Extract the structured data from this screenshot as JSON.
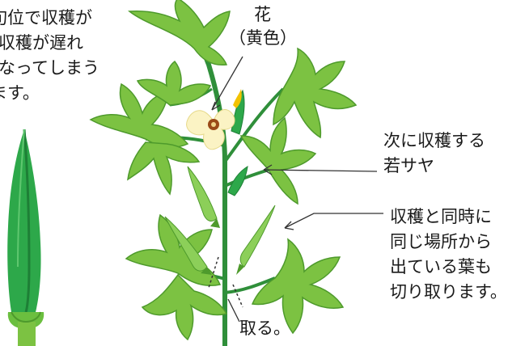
{
  "left_text": [
    "旬位で収穫が",
    "収穫が遅れ",
    "なってしまう",
    "ます。"
  ],
  "flower_label": [
    "花",
    "（黄色）"
  ],
  "next_harvest_label": [
    "次に収穫する",
    "若サヤ"
  ],
  "leaf_removal_label": [
    "収穫と同時に",
    "同じ場所から",
    "出ている葉も",
    "切り取ります。"
  ],
  "take_label": "取る。",
  "colors": {
    "leaf": "#7cc242",
    "leaf_dark": "#4e9a2c",
    "stem": "#2f8f3a",
    "pod": "#2da84a",
    "pod_dark": "#1e7f36",
    "flower": "#fbf3c4",
    "flower_center": "#9a4a18"
  }
}
